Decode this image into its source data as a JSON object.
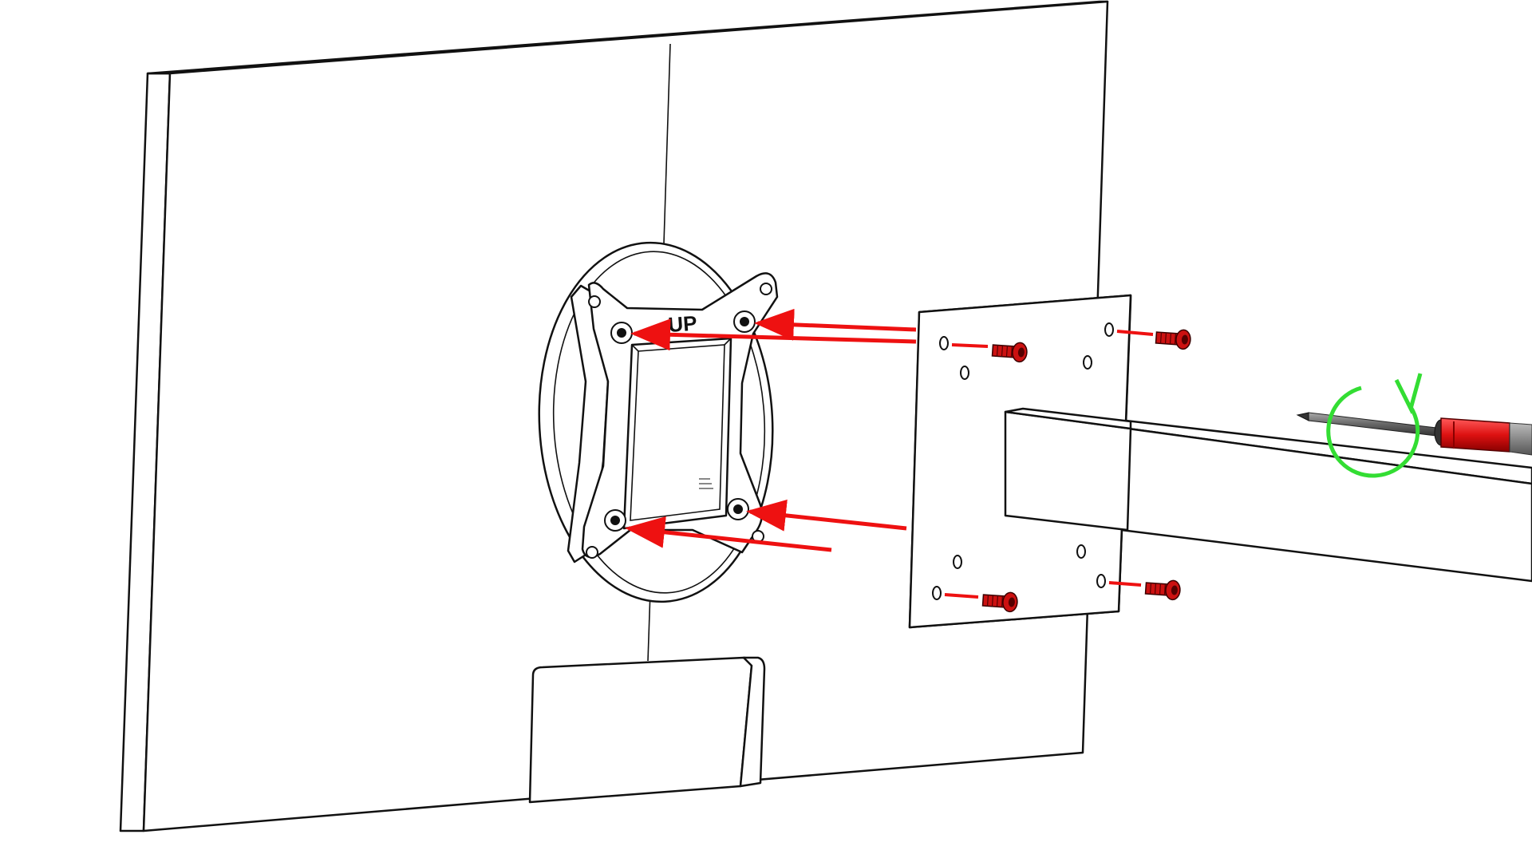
{
  "bracket": {
    "label": "UP"
  },
  "colors": {
    "arrow": "#ee1111",
    "screw": "#cc1111",
    "rotate_indicator": "#33dd33",
    "outline": "#111111",
    "background": "#ffffff",
    "screwdriver_handle": "#dd1111",
    "screwdriver_shaft": "#777777"
  },
  "icons": {
    "rotate": "clockwise-rotation-icon",
    "tool": "screwdriver-icon",
    "fastener": "screw-icon"
  },
  "screw_count": 4,
  "mounting_hole_count": 4
}
